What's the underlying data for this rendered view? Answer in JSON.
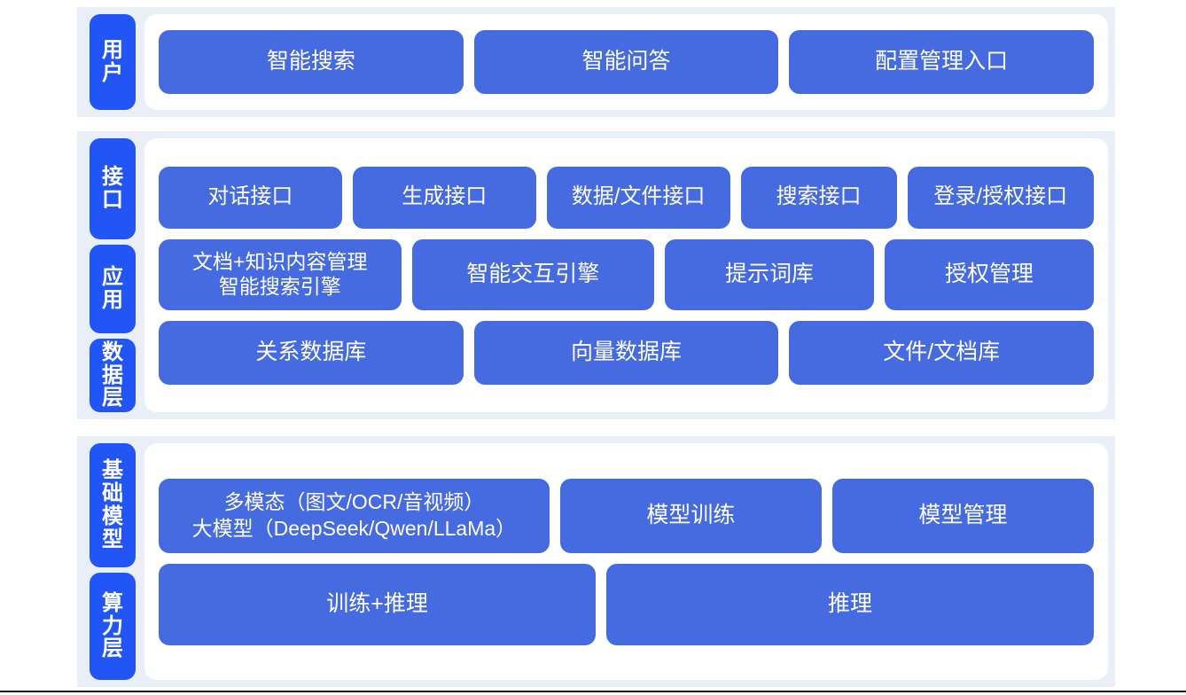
{
  "colors": {
    "section_background": "#eaeff7",
    "panel_background": "#ffffff",
    "layer_tag": "#2255f5",
    "content_box": "#466ae0",
    "box_text": "#ffffff",
    "page_background": "#ffffff",
    "bottom_rule": "#111111"
  },
  "sections": {
    "user": {
      "layer_label": "用户",
      "boxes": [
        {
          "label": "智能搜索"
        },
        {
          "label": "智能问答"
        },
        {
          "label": "配置管理入口"
        }
      ]
    },
    "middle": {
      "layers": [
        {
          "key": "interface",
          "label": "接口"
        },
        {
          "key": "application",
          "label": "应用"
        },
        {
          "key": "data",
          "label": "数据层"
        }
      ],
      "interface_boxes": [
        {
          "label": "对话接口"
        },
        {
          "label": "生成接口"
        },
        {
          "label": "数据/文件接口"
        },
        {
          "label": "搜索接口"
        },
        {
          "label": "登录/授权接口"
        }
      ],
      "application_boxes": [
        {
          "label": "文档+知识内容管理\n智能搜索引擎"
        },
        {
          "label": "智能交互引擎"
        },
        {
          "label": "提示词库"
        },
        {
          "label": "授权管理"
        }
      ],
      "data_boxes": [
        {
          "label": "关系数据库"
        },
        {
          "label": "向量数据库"
        },
        {
          "label": "文件/文档库"
        }
      ]
    },
    "infrastructure": {
      "layers": [
        {
          "key": "model",
          "label": "基础模型"
        },
        {
          "key": "compute",
          "label": "算力层"
        }
      ],
      "model_boxes": [
        {
          "label": "多模态（图文/OCR/音视频）\n大模型（DeepSeek/Qwen/LLaMa）"
        },
        {
          "label": "模型训练"
        },
        {
          "label": "模型管理"
        }
      ],
      "compute_boxes": [
        {
          "label": "训练+推理"
        },
        {
          "label": "推理"
        }
      ]
    }
  }
}
